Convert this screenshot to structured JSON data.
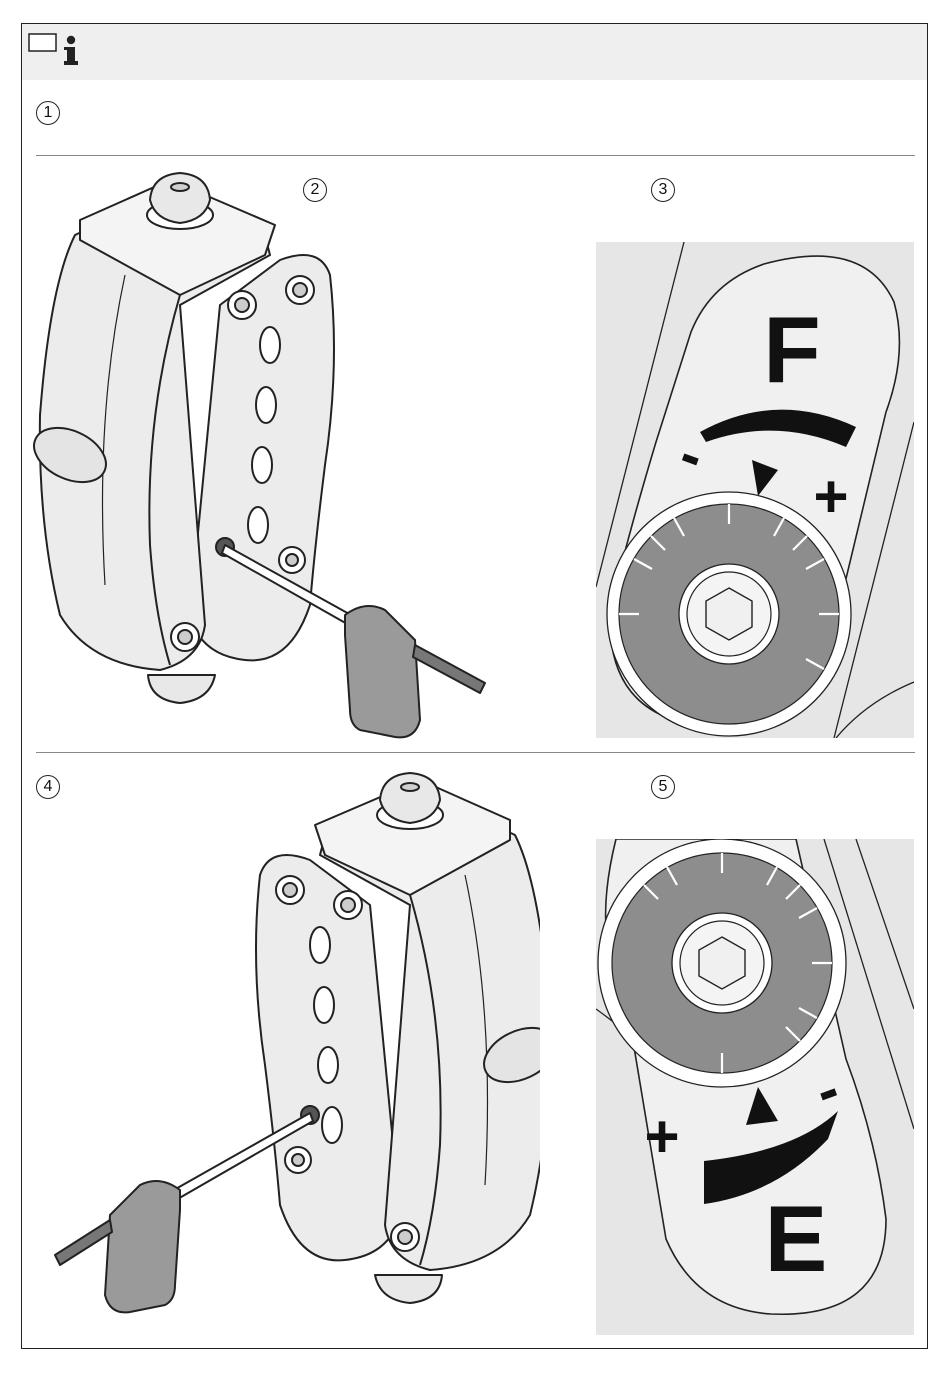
{
  "header": {
    "info_icon_label": "i"
  },
  "callouts": {
    "c1": "1",
    "c2": "2",
    "c3": "3",
    "c4": "4",
    "c5": "5"
  },
  "dial_top": {
    "letter": "F",
    "minus": "-",
    "plus": "+"
  },
  "dial_bottom": {
    "letter": "E",
    "minus": "-",
    "plus": "+"
  }
}
